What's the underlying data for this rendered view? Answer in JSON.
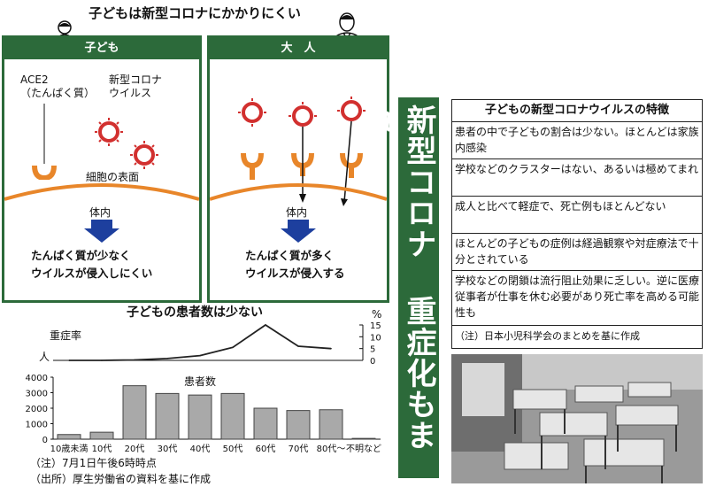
{
  "top_title": "子どもは新型コロナにかかりにくい",
  "panel_left": {
    "title": "子ども",
    "ace2_label_line1": "ACE2",
    "ace2_label_line2": "（たんぱく質）",
    "virus_label_line1": "新型コロナ",
    "virus_label_line2": "ウイルス",
    "surface_label": "細胞の表面",
    "inside_label": "体内",
    "result_line1": "たんぱく質が少なく",
    "result_line2": "ウイルスが侵入しにくい"
  },
  "panel_right": {
    "title": "大　人",
    "inside_label": "体内",
    "result_line1": "たんぱく質が多く",
    "result_line2": "ウイルスが侵入する"
  },
  "headline": "新型コロナ 重症化もまれ",
  "feature_table": {
    "title": "子どもの新型コロナウイルスの特徴",
    "rows": [
      "患者の中で子どもの割合は少ない。ほとんどは家族内感染",
      "学校などのクラスターはない、あるいは極めてまれ",
      "成人と比べて軽症で、死亡例もほとんどない",
      "ほとんどの子どもの症例は経過観察や対症療法で十分とされている",
      "学校などの閉鎖は流行阻止効果に乏しい。逆に医療従事者が仕事を休む必要があり死亡率を高める可能性も"
    ],
    "note": "（注）日本小児科学会のまとめを基に作成"
  },
  "chart_title": "子どもの患者数は少ない",
  "chart_data": [
    {
      "type": "line",
      "ylabel": "重症率",
      "unit": "%",
      "categories": [
        "10歳未満",
        "10代",
        "20代",
        "30代",
        "40代",
        "50代",
        "60代",
        "70代",
        "80代～",
        "不明など"
      ],
      "values": [
        0,
        0,
        0.2,
        0.8,
        2,
        5.5,
        15,
        6,
        5,
        null
      ],
      "yticks": [
        0,
        5,
        10,
        15
      ],
      "ylim": [
        0,
        15
      ]
    },
    {
      "type": "bar",
      "title": "患者数",
      "categories": [
        "10歳未満",
        "10代",
        "20代",
        "30代",
        "40代",
        "50代",
        "60代",
        "70代",
        "80代～",
        "不明など"
      ],
      "values": [
        300,
        450,
        3450,
        2950,
        2850,
        2950,
        2000,
        1850,
        1900,
        50
      ],
      "yticks": [
        0,
        1000,
        2000,
        3000,
        4000
      ],
      "ylim": [
        0,
        4000
      ]
    }
  ],
  "chart_notes": {
    "note1": "（注）7月1日午後6時時点",
    "note2": "（出所）厚生労働省の資料を基に作成"
  },
  "photo_subject": "empty classroom desks and chairs"
}
